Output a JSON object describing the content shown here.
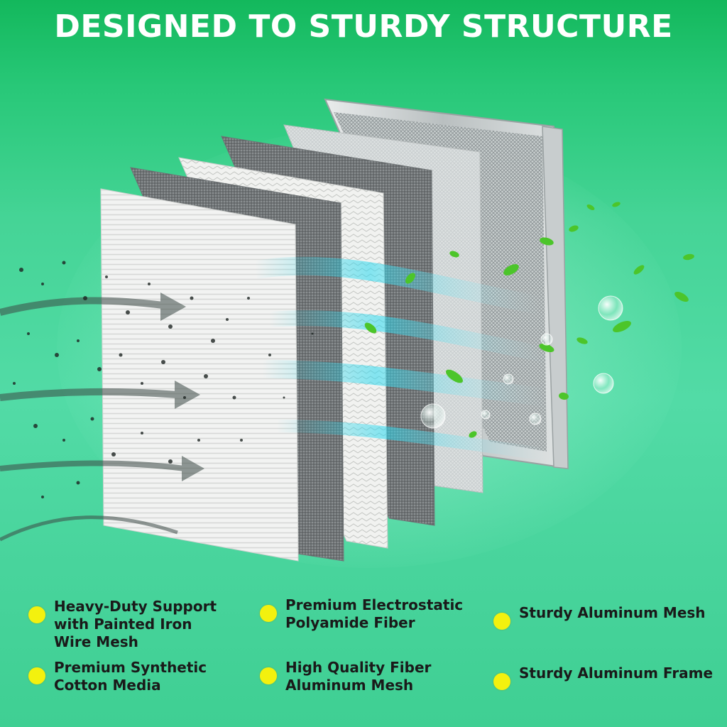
{
  "headline": "DESIGNED TO STURDY STRUCTURE",
  "colors": {
    "background_top": "#13b85c",
    "background_mid": "#52dba6",
    "bullet": "#f3f10e",
    "headline_text": "#ffffff",
    "feature_text": "#1a1a1a"
  },
  "illustration": {
    "layers": [
      "filter-frame-layer",
      "aluminum-mesh-layer",
      "fiber-aluminum-mesh-layer",
      "electrostatic-fiber-layer",
      "iron-wire-mesh-layer",
      "synthetic-cotton-layer"
    ],
    "icons": [
      "dust-particles-icon",
      "airflow-arrow-icon",
      "leaf-icon",
      "bubble-icon"
    ]
  },
  "features": [
    {
      "lines": [
        "Heavy-Duty Support",
        "with Painted Iron",
        "Wire Mesh"
      ]
    },
    {
      "lines": [
        "Premium Electrostatic",
        "Polyamide Fiber"
      ]
    },
    {
      "lines": [
        "Sturdy Aluminum Mesh"
      ]
    },
    {
      "lines": [
        "Premium Synthetic",
        "Cotton Media"
      ]
    },
    {
      "lines": [
        "High Quality Fiber",
        "Aluminum Mesh"
      ]
    },
    {
      "lines": [
        "Sturdy Aluminum Frame"
      ]
    }
  ]
}
